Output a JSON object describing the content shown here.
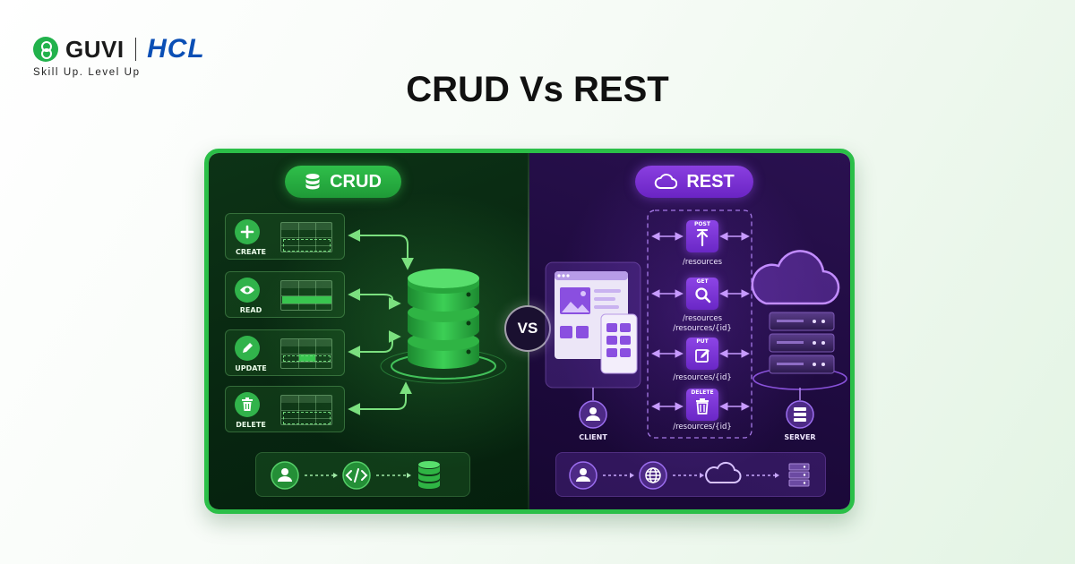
{
  "brand": {
    "guvi": "GUVI",
    "hcl": "HCL",
    "tagline": "Skill Up. Level Up"
  },
  "title": "CRUD Vs REST",
  "crud": {
    "label": "CRUD",
    "operations": [
      {
        "label": "CREATE",
        "icon": "plus-icon"
      },
      {
        "label": "READ",
        "icon": "eye-icon"
      },
      {
        "label": "UPDATE",
        "icon": "pencil-icon"
      },
      {
        "label": "DELETE",
        "icon": "trash-icon"
      }
    ],
    "flow": [
      "user-icon",
      "code-icon",
      "database-icon"
    ]
  },
  "vs": "VS",
  "rest": {
    "label": "REST",
    "methods": [
      {
        "method": "POST",
        "path": "/resources",
        "icon": "upload-icon"
      },
      {
        "method": "GET",
        "path": "/resources\n/resources/{id}",
        "icon": "search-icon"
      },
      {
        "method": "PUT",
        "path": "/resources/{id}",
        "icon": "edit-icon"
      },
      {
        "method": "DELETE",
        "path": "/resources/{id}",
        "icon": "trash-icon"
      }
    ],
    "client_label": "CLIENT",
    "server_label": "SERVER",
    "flow": [
      "user-icon",
      "globe-icon",
      "cloud-icon",
      "server-icon"
    ]
  },
  "colors": {
    "crud_accent": "#2fbf4a",
    "rest_accent": "#7d36d9",
    "card_border": "#2bbf48",
    "hcl_blue": "#0a4fb5"
  }
}
